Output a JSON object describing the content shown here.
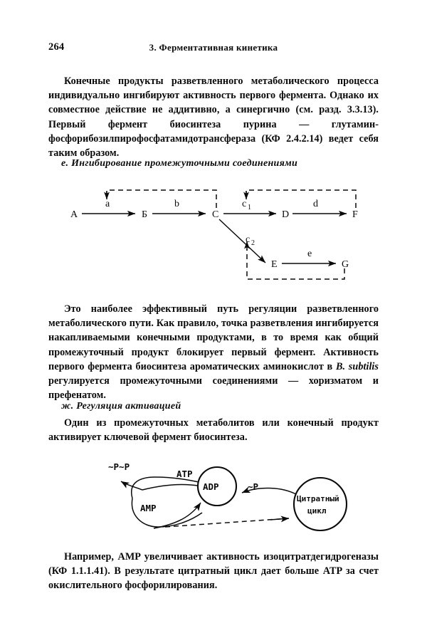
{
  "page": {
    "folio": "264",
    "running_title": "3. Ферментативная кинетика",
    "ink_color": "#0a0a0a",
    "paper_color": "#ffffff"
  },
  "paragraphs": {
    "p1": "Конечные продукты разветвленного метаболического процесса индивидуально ингибируют активность первого фермента. Однако их совместное действие не аддитивно, а синергично (см. разд. 3.3.13). Первый фермент биосинтеза пурина — глутамин-фосфорибозилпирофосфатамидотрансфераза (КФ 2.4.2.14) ведет себя таким образом.",
    "p2_a": "Это наиболее эффективный путь регуляции разветвленного метаболического пути. Как правило, точка разветвления ингибируется накапливаемыми конечными продуктами, в то время как общий промежуточный продукт блокирует первый фермент. Активность первого фермента биосинтеза ароматических аминокислот в ",
    "p2_italic": "B. subtilis",
    "p2_b": " регулируется промежуточными соединениями — хоризматом и префенатом.",
    "p3": "Один из промежуточных метаболитов или конечный продукт активирует ключевой фермент биосинтеза.",
    "p4_a": "Например, AMP увеличивает активность изоцитратдегидрогеназы (КФ 1.1.1.41). В результате цитратный цикл дает больше ATP за счет окислительного фосфорилирования."
  },
  "sections": {
    "e": "е. Ингибирование промежуточными соединениями",
    "zh": "ж. Регуляция активацией"
  },
  "figure1": {
    "caption_role": "branched-pathway-feedback-diagram",
    "nodes": {
      "A": "A",
      "B": "Б",
      "C": "C",
      "D": "D",
      "E": "E",
      "F": "F",
      "G": "G"
    },
    "step_labels": {
      "a": "a",
      "b": "b",
      "c1": "c",
      "c1_sub": "1",
      "c2": "c",
      "c2_sub": "2",
      "d": "d",
      "e": "e"
    }
  },
  "figure2": {
    "caption_role": "activation-regulation-diagram",
    "labels": {
      "amp": "AMP",
      "adp": "ADP",
      "atp": "ATP",
      "pp": "~P~P",
      "p": "~P",
      "cycle_line1": "Цитратный",
      "cycle_line2": "цикл"
    }
  }
}
